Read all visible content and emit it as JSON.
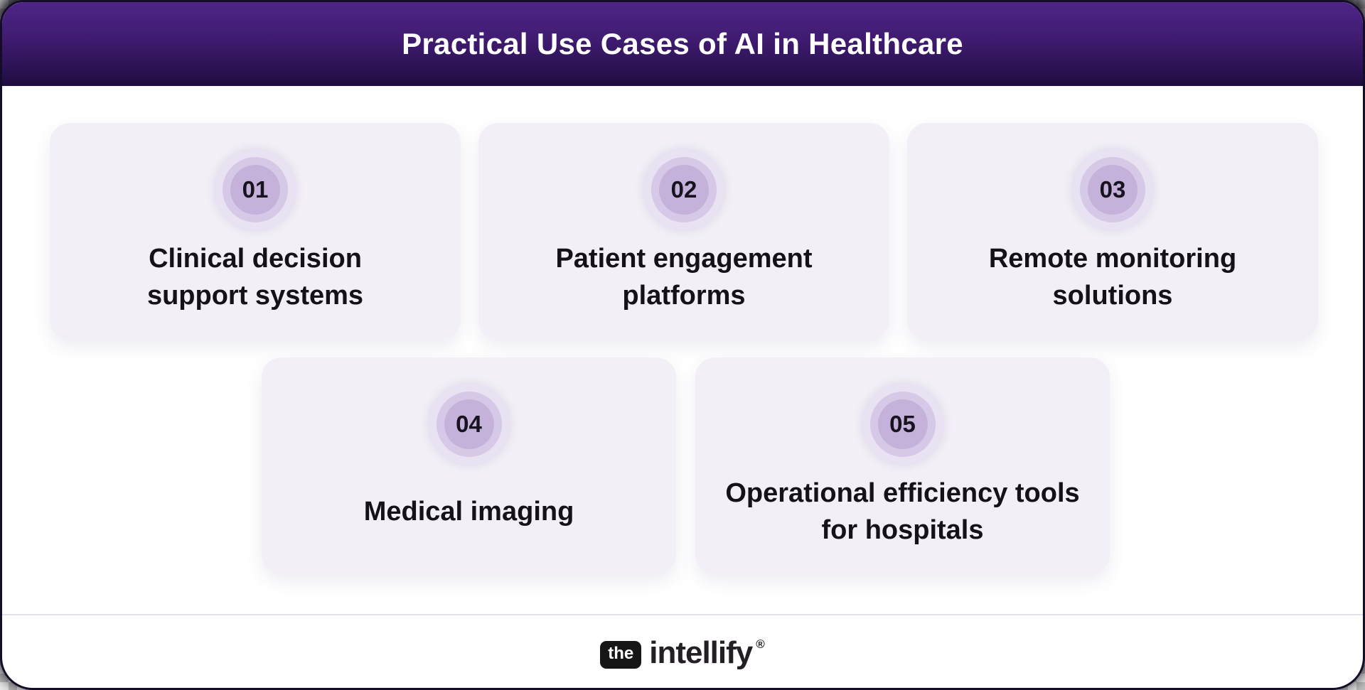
{
  "header": {
    "title": "Practical Use Cases of AI in Healthcare"
  },
  "cards": [
    {
      "number": "01",
      "lines": [
        "Clinical decision",
        "support systems"
      ]
    },
    {
      "number": "02",
      "lines": [
        "Patient engagement",
        "platforms"
      ]
    },
    {
      "number": "03",
      "lines": [
        "Remote monitoring",
        "solutions"
      ]
    },
    {
      "number": "04",
      "lines": [
        "Medical imaging"
      ]
    },
    {
      "number": "05",
      "lines": [
        "Operational efficiency tools",
        "for hospitals"
      ]
    }
  ],
  "footer": {
    "brand_prefix": "the",
    "brand_name": "intellify",
    "registered_mark": "®"
  },
  "colors": {
    "header_gradient_top": "#4e2487",
    "header_gradient_bottom": "#1f0c3f",
    "header_text": "#ffffff",
    "card_background": "#f2f0f6",
    "badge_ring_outer": "#e9e2f2",
    "badge_ring_middle": "#d6c9e7",
    "badge_ring_inner": "#c4b2da",
    "body_text": "#141217",
    "divider": "#e3e1e9",
    "brand_badge_background": "#161616"
  }
}
